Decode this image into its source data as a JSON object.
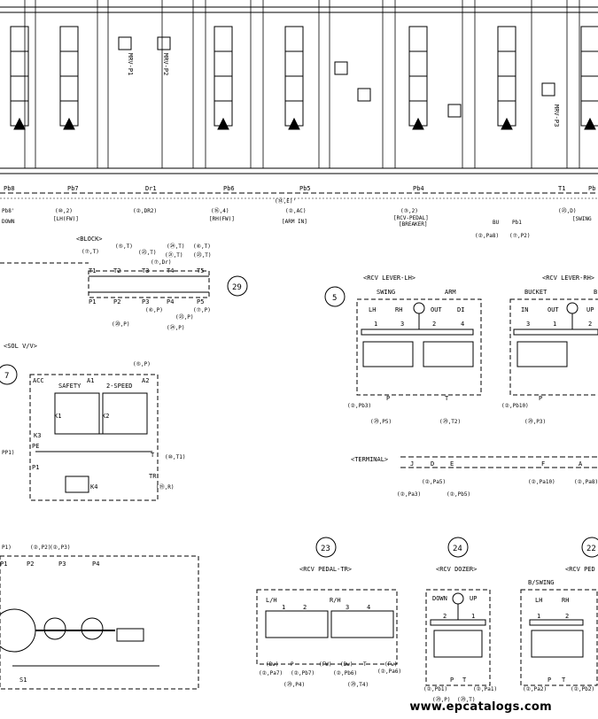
{
  "top_bus": {
    "labels": [
      "Pb8",
      "Pb7",
      "Dr1",
      "Pb6",
      "Pb5",
      "Pb4",
      "T1",
      "Pb"
    ],
    "refs": [
      "Pb8','DOWN",
      "(①,2) [LH(FW)]",
      "(②,DR2)",
      "(㉑,4) [RH(FW)]",
      "(⑭,E)' (②,AC) [ARM IN]",
      "(③,2) [RCV-PEDAL] [BREAKER]",
      "BU",
      "Pb1",
      "(㉓,D)",
      "[SWING"
    ],
    "lines": [
      "Pb8'",
      "DOWN",
      "(⑩,2)",
      "[LH(FW)]",
      "(②,DR2)",
      "(⑯,4)",
      "[RH(FW)]",
      "(⑭,E)'",
      "(②,AC)",
      "[ARM IN]",
      "(③,2)",
      "[RCV-PEDAL]",
      "[BREAKER]",
      "BU",
      "Pb1",
      "(②,Pa8)",
      "(⑦,P2)",
      "(㉓,D)",
      "[SWING"
    ]
  },
  "valves_top": [
    "MRV-P1",
    "MRV-P2",
    "MRV-P3"
  ],
  "block": {
    "title": "<BLOCK>",
    "number": "29",
    "ports_top": [
      "T1",
      "T2",
      "T3",
      "T4",
      "T5"
    ],
    "ports_bottom": [
      "P1",
      "P2",
      "P3",
      "P4",
      "P5"
    ],
    "refs_top": [
      "(⑦,T)",
      "(⑤,T)",
      "(㉓,T)",
      "(㉔,T)",
      "(⑥,T)",
      "(㉑,T)",
      "(⑦,Dr)",
      "(㉓,T)"
    ],
    "refs_bottom": [
      "(⑥,P)",
      "(⑦,P)",
      "(㉓,P)",
      "(⑳,P)",
      "(㉔,P)"
    ]
  },
  "sol": {
    "title": "<SOL V/V>",
    "number": "7",
    "labels": [
      "ACC",
      "A1",
      "A2",
      "SAFETY",
      "2-SPEED",
      "K1",
      "K2",
      "K3",
      "PE",
      "P1",
      "T",
      "TR",
      "K4"
    ],
    "refs": [
      "(⑤,P)",
      "(⑩,T1)",
      "(⑲,R)",
      "PP1)"
    ]
  },
  "rcv_lh": {
    "number": "5",
    "title": "<RCV LEVER-LH>",
    "groups": [
      "SWING",
      "ARM"
    ],
    "ports": [
      "LH",
      "RH",
      "OUT",
      "DI"
    ],
    "nums": [
      "1",
      "3",
      "2",
      "4"
    ],
    "bottom": [
      "P",
      "T"
    ],
    "refs": [
      "(②,Pb3)",
      "(㉙,P5)",
      "(㉙,T2)"
    ]
  },
  "rcv_rh": {
    "title": "<RCV LEVER-RH>",
    "groups": [
      "BUCKET",
      "B"
    ],
    "ports": [
      "IN",
      "OUT",
      "UP"
    ],
    "nums": [
      "3",
      "1",
      "2"
    ],
    "bottom": [
      "P"
    ],
    "refs": [
      "(②,Pb10)",
      "(㉙,P3)"
    ]
  },
  "terminal": {
    "title": "<TERMINAL>",
    "letters": [
      "J",
      "D",
      "E",
      "F",
      "A"
    ],
    "refs": [
      "(②,Pa5)",
      "(②,Pa3)",
      "(②,Pb5)",
      "(②,Pa10)",
      "(②,Pa8)"
    ]
  },
  "pump": {
    "refs": [
      "P1)",
      "(②,P2)",
      "(②,P3)"
    ],
    "labels": [
      "P1",
      "P2",
      "P3",
      "P4",
      "S1"
    ]
  },
  "rcv_pedal_tr": {
    "number": "23",
    "title": "<RCV PEDAL-TR>",
    "sides": [
      "L/H",
      "R/H"
    ],
    "nums": [
      "1",
      "2",
      "3",
      "4"
    ],
    "bottom": [
      "(Bw)",
      "P",
      "(FW)",
      "(Bw)",
      "T",
      "(Fw)"
    ],
    "refs": [
      "(②,Pa7)",
      "(②,Pb7)",
      "(②,Pa6)",
      "(②,Pb6)",
      "(㉙,P4)",
      "(㉙,T4)"
    ]
  },
  "rcv_dozer": {
    "number": "24",
    "title": "<RCV DOZER>",
    "labels": [
      "DOWN",
      "UP",
      "2",
      "1",
      "P",
      "T"
    ],
    "refs": [
      "(②,Pb1)",
      "(②,Pa1)",
      "(㉙,P)",
      "(㉙,T)"
    ]
  },
  "rcv_pedal_2": {
    "number": "22",
    "title": "<RCV PED",
    "labels": [
      "B/SWING",
      "LH",
      "RH",
      "1",
      "2",
      "P",
      "T"
    ],
    "refs": [
      "(②,Pa2)",
      "(②,Pb2)"
    ]
  },
  "watermark": "www.epcatalogs.com"
}
